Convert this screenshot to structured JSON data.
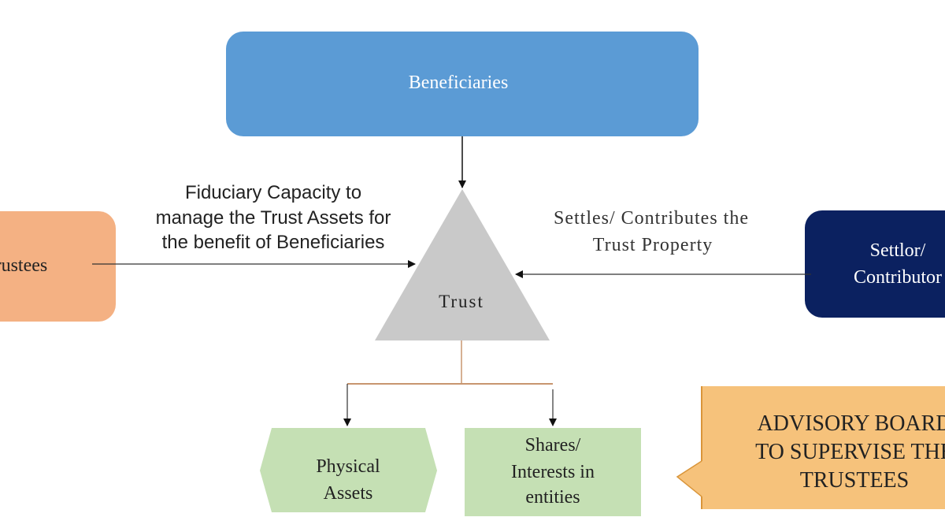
{
  "nodes": {
    "beneficiaries": {
      "label": "Beneficiaries",
      "color": "#5b9bd5"
    },
    "trust": {
      "label": "Trust",
      "color": "#c9c9c9"
    },
    "trustees": {
      "label": "Trustees",
      "color": "#f4b183"
    },
    "settlor": {
      "lines": [
        "Settlor/",
        "Contributor"
      ],
      "color": "#0b2160"
    },
    "physical_assets": {
      "lines": [
        "Physical",
        "Assets"
      ],
      "color": "#c5e0b4"
    },
    "shares": {
      "lines": [
        "Shares/",
        "Interests in",
        "entities"
      ],
      "color": "#c5e0b4"
    },
    "advisory_board": {
      "lines": [
        "ADVISORY BOARD",
        "TO SUPERVISE THE",
        "TRUSTEES"
      ],
      "color": "#f6c27b"
    }
  },
  "edges": {
    "trustees_to_trust": {
      "lines": [
        "Fiduciary  Capacity  to",
        "manage the Trust Assets for",
        "the benefit of Beneficiaries"
      ]
    },
    "settlor_to_trust": {
      "lines": [
        "Settles/ Contributes the",
        "Trust Property"
      ]
    }
  }
}
